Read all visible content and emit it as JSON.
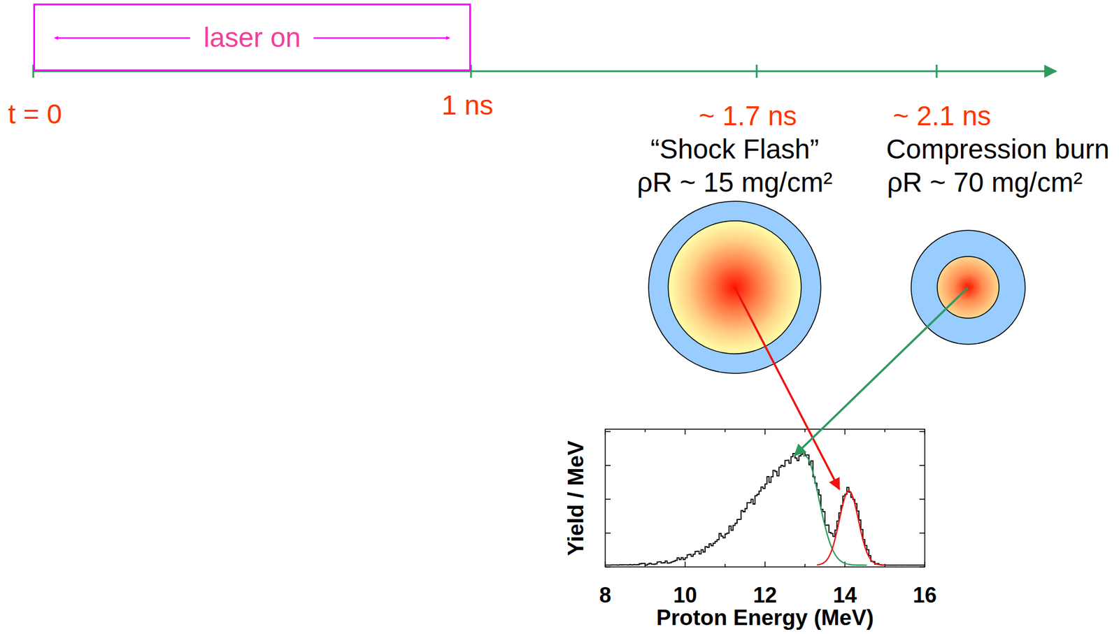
{
  "diagram": {
    "nodes": [
      {
        "text": [
          "laser on"
        ]
      }
    ],
    "labels": [
      "t = 0",
      "1 ns",
      "~ 1.7 ns",
      "“Shock Flash”",
      "ρR ~ 15 mg/cm²",
      "~ 2.1 ns",
      "Compression burn",
      "ρR ~ 70 mg/cm²",
      "Yield / MeV",
      "8",
      "10",
      "12",
      "14",
      "16",
      "Proton Energy (MeV)"
    ]
  }
}
